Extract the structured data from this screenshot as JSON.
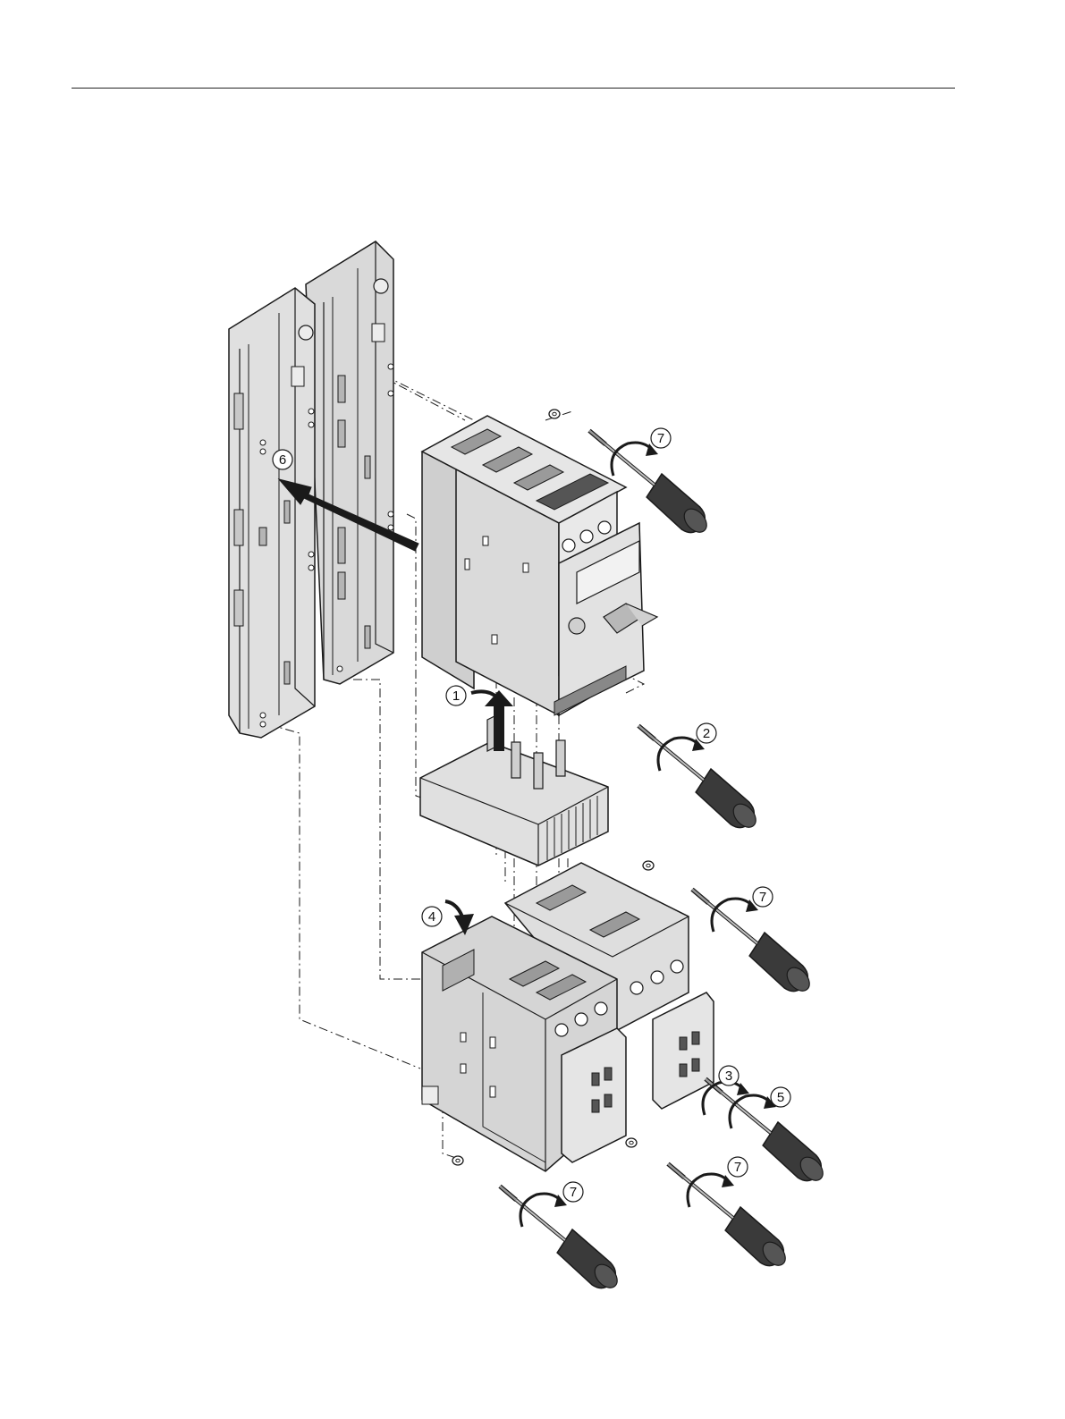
{
  "colors": {
    "ink": "#1a1a1a",
    "panel": "#d9d9d9",
    "panel_dark": "#b5b5b5",
    "panel_light": "#ececec",
    "tool": "#3a3a3a"
  },
  "callouts": {
    "c1": "1",
    "c2": "2",
    "c3": "3",
    "c4": "4",
    "c5": "5",
    "c6": "6",
    "c7a": "7",
    "c7b": "7",
    "c7c": "7",
    "c7d": "7"
  }
}
